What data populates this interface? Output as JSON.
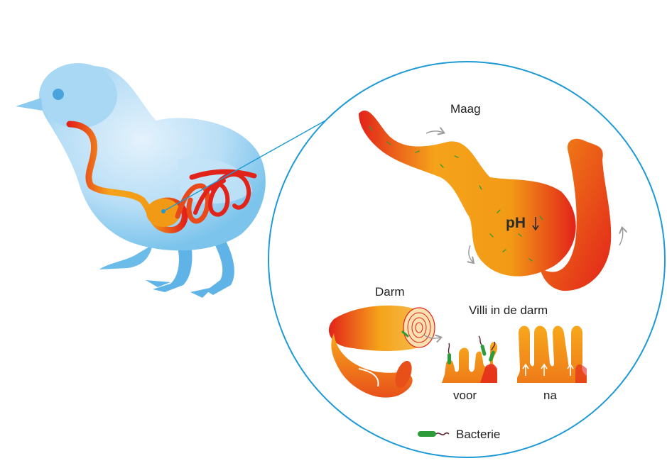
{
  "labels": {
    "stomach": "Maag",
    "ph": "pH",
    "intestine": "Darm",
    "villi_title": "Villi in de darm",
    "before": "voor",
    "after": "na",
    "legend_bacteria": "Bacterie"
  },
  "colors": {
    "chick": "#7cc4ec",
    "chick_light": "#d6ecfa",
    "organ_orange": "#f5a31a",
    "organ_red": "#e2231a",
    "circle_outline": "#1d9ad6",
    "bacteria": "#2e9b3a",
    "flagellum": "#5b1f2a",
    "arrow_gray": "#9a9a9a"
  },
  "icons": [
    "chick-illustration",
    "zoom-circle",
    "stomach-illustration",
    "intestine-illustration",
    "villi-illustration",
    "bacteria-icon",
    "ph-down-arrow-icon"
  ]
}
